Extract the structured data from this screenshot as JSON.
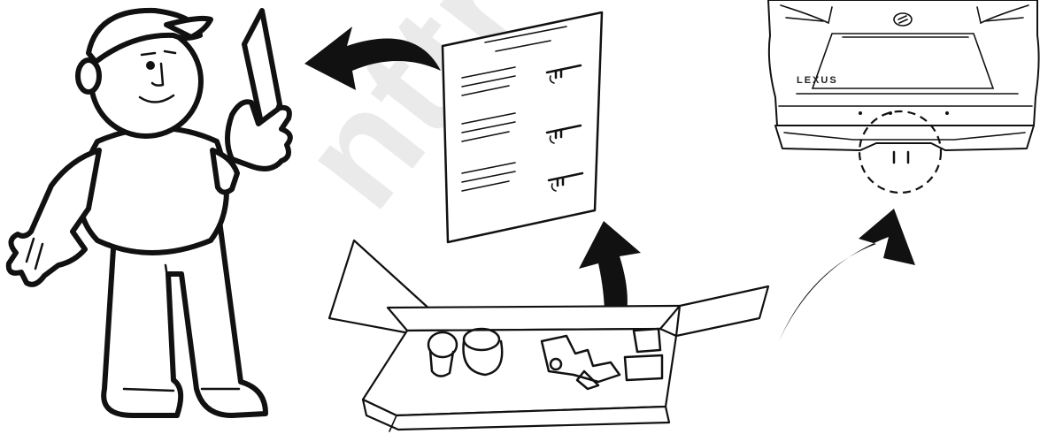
{
  "badge_text": "LEXUS",
  "watermark_text": "nttrekha",
  "colors": {
    "ink": "#111111",
    "paper": "#ffffff",
    "watermark": "#eaeaea"
  },
  "icons": [
    "mechanic-figure",
    "instruction-sheet",
    "parts-box",
    "vehicle-rear",
    "curved-arrow"
  ]
}
